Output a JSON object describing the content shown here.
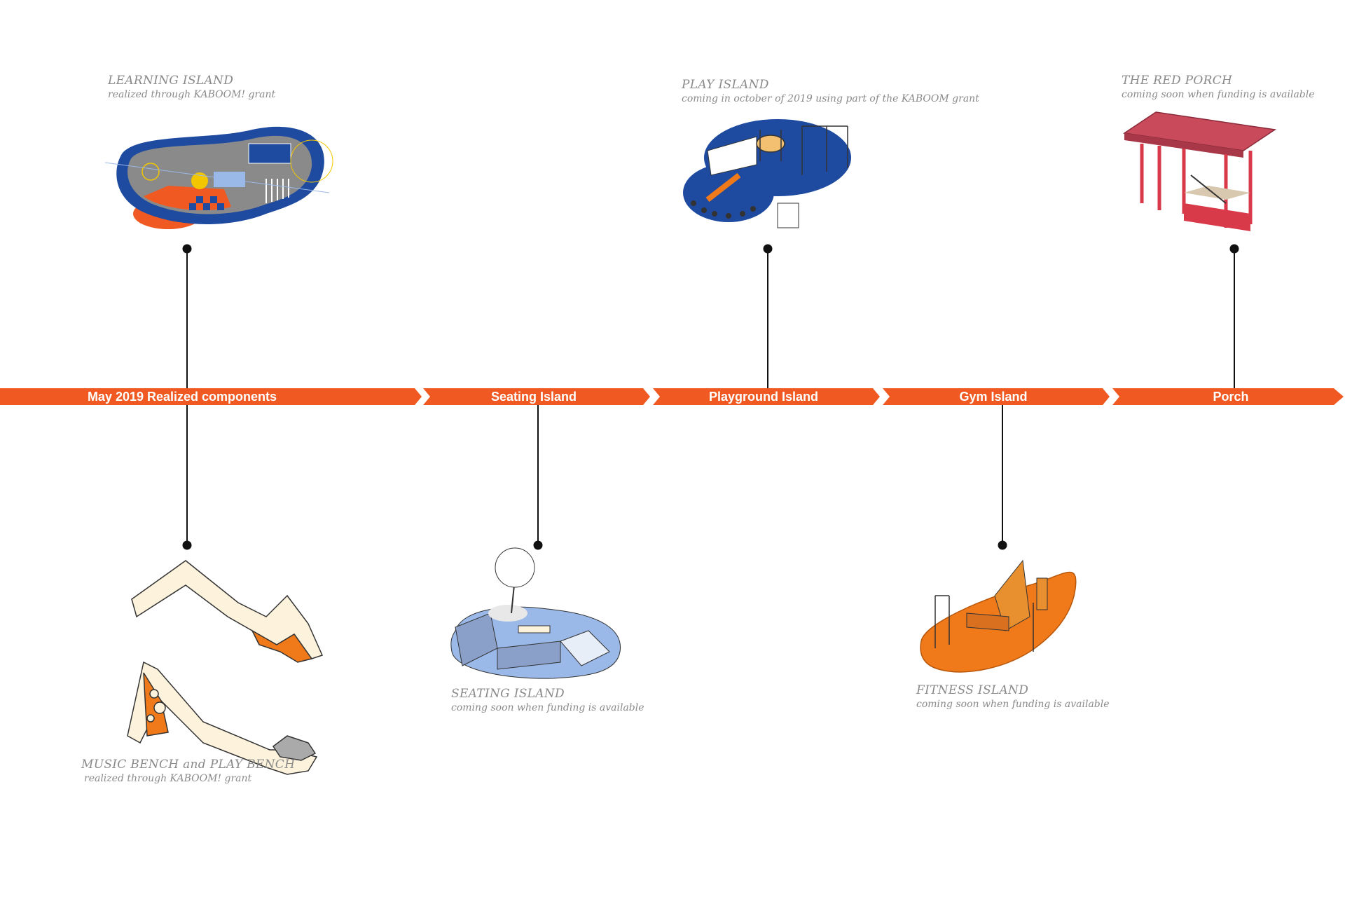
{
  "timeline": {
    "segments": [
      {
        "label": "May 2019 Realized components"
      },
      {
        "label": "Seating Island"
      },
      {
        "label": "Playground Island"
      },
      {
        "label": "Gym Island"
      },
      {
        "label": "Porch"
      }
    ],
    "color": "#f05a22"
  },
  "items": {
    "learning_island": {
      "title": "LEARNING ISLAND",
      "subtitle": "realized through KABOOM! grant"
    },
    "play_island": {
      "title": "PLAY ISLAND",
      "subtitle": "coming in october of 2019 using part of the KABOOM grant"
    },
    "red_porch": {
      "title": "THE RED PORCH",
      "subtitle": "coming soon when funding is available"
    },
    "music_bench": {
      "title": "MUSIC BENCH and PLAY BENCH",
      "subtitle": "realized through KABOOM! grant"
    },
    "seating_island": {
      "title": "SEATING ISLAND",
      "subtitle": "coming soon when funding is available"
    },
    "fitness_island": {
      "title": "FITNESS ISLAND",
      "subtitle": "coming soon when funding is available"
    }
  },
  "colors": {
    "blue": "#1e4aa0",
    "orange": "#f07a1a",
    "red": "#d83a4a",
    "cream": "#fdf2dc",
    "caption": "#8a8a8a"
  }
}
